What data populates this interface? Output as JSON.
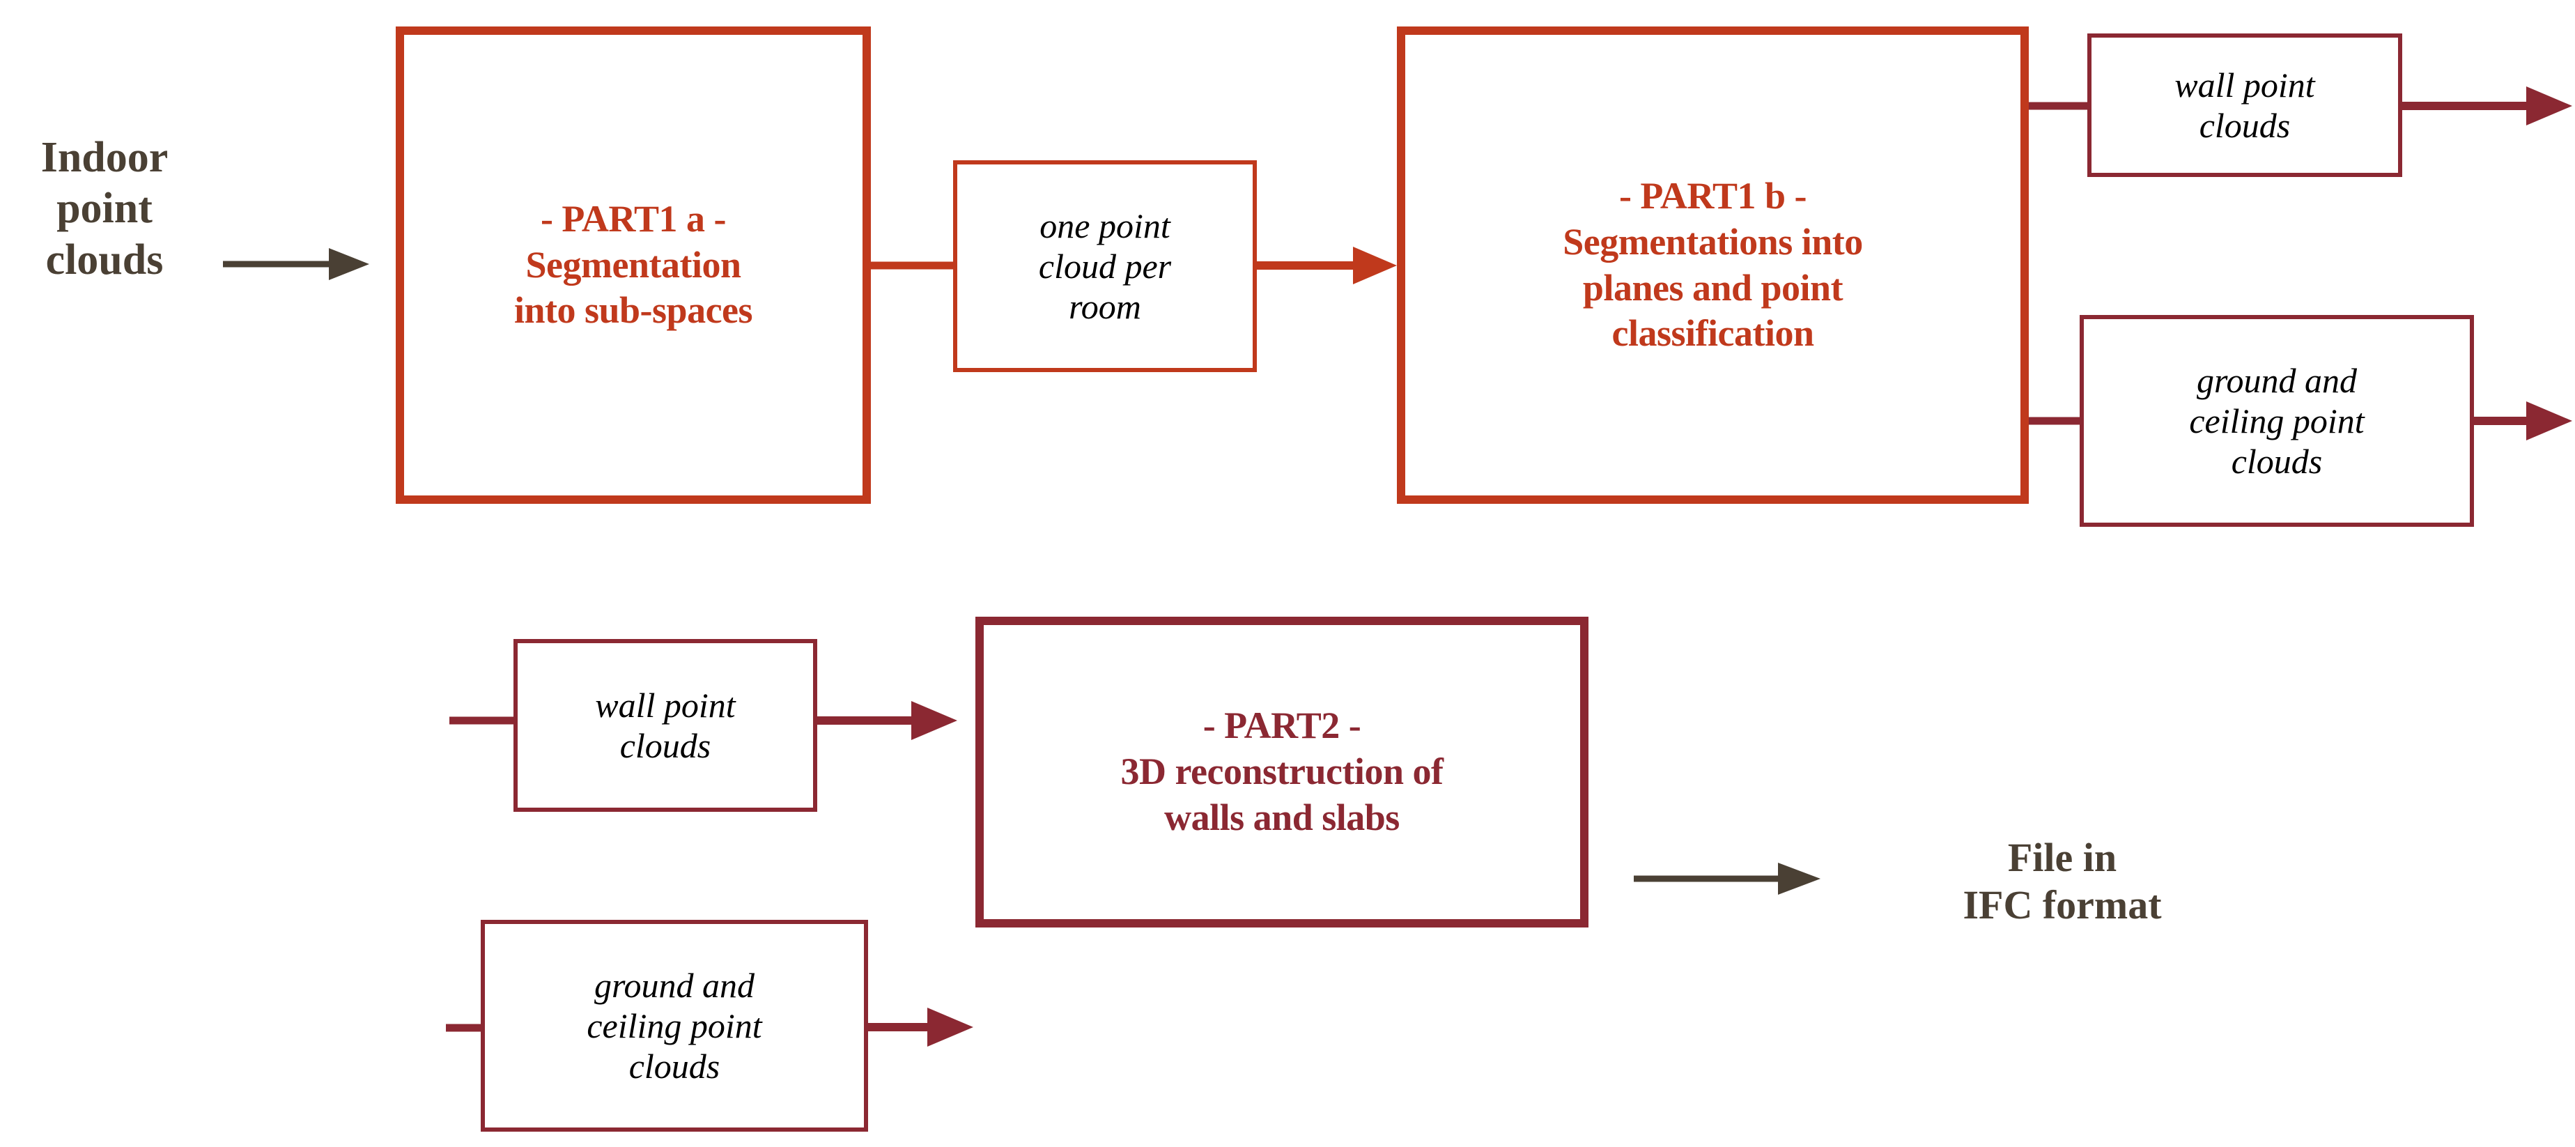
{
  "diagram": {
    "title": "Indoor point cloud to IFC reconstruction pipeline",
    "colors": {
      "bright_red": "#C0391C",
      "dark_red": "#8B2832",
      "dark_brown": "#4A4034",
      "text_black": "#000000",
      "background": "#FFFFFF"
    }
  },
  "nodes": {
    "input_label": "Indoor\npoint\nclouds",
    "part1a": "- PART1 a -\nSegmentation\ninto sub-spaces",
    "one_point_cloud_per_room": "one point\ncloud per\nroom",
    "part1b": "- PART1 b -\nSegmentations into\nplanes and point\nclassification",
    "wall_point_clouds_top": "wall point\nclouds",
    "ground_ceiling_point_clouds_top": "ground and\nceiling point\nclouds",
    "wall_point_clouds_bottom": "wall point\nclouds",
    "ground_ceiling_point_clouds_bottom": "ground and\nceiling point\nclouds",
    "part2": "- PART2 -\n3D reconstruction of\nwalls and slabs",
    "output_label": "File in\nIFC format"
  },
  "connectors": {
    "input_to_part1a": "arrow-right-dark-brown",
    "part1a_to_room_box": "line-right-bright-red",
    "room_box_to_part1b": "arrow-right-bright-red",
    "part1b_to_wall_top": "line-right-dark-red",
    "wall_top_to_edge": "arrow-right-dark-red",
    "part1b_to_ground_top": "line-right-dark-red",
    "ground_top_to_edge": "arrow-right-dark-red",
    "wall_bottom_in": "line-right-dark-red",
    "wall_bottom_to_part2": "arrow-right-dark-red",
    "ground_bottom_in": "line-right-dark-red",
    "ground_bottom_to_part2": "arrow-right-dark-red",
    "part2_to_output": "arrow-right-dark-brown"
  }
}
